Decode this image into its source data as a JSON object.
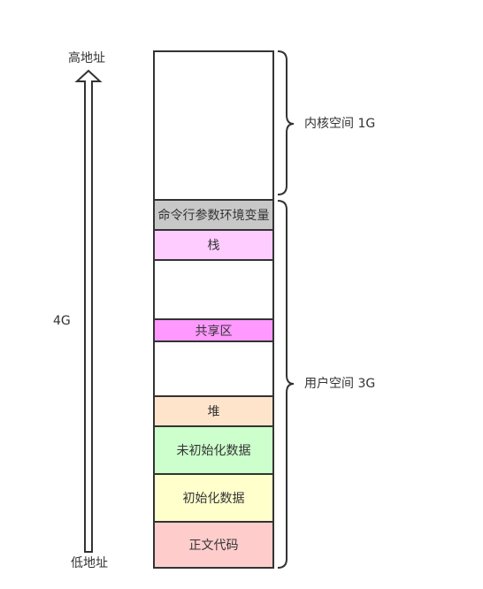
{
  "address_labels": {
    "high": "高地址",
    "low": "低地址",
    "total": "4G"
  },
  "segments": [
    {
      "label": "",
      "color": "#ffffff"
    },
    {
      "label": "命令行参数环境变量",
      "color": "#c8c8c8"
    },
    {
      "label": "栈",
      "color": "#ffccff"
    },
    {
      "label": "",
      "color": "#ffffff"
    },
    {
      "label": "共享区",
      "color": "#ff99ff"
    },
    {
      "label": "",
      "color": "#ffffff"
    },
    {
      "label": "堆",
      "color": "#ffe4cc"
    },
    {
      "label": "未初始化数据",
      "color": "#ccffcc"
    },
    {
      "label": "初始化数据",
      "color": "#ffffcc"
    },
    {
      "label": "正文代码",
      "color": "#ffcccc"
    }
  ],
  "regions": {
    "kernel": "内核空间 1G",
    "user": "用户空间 3G"
  },
  "colors": {
    "arrow_fill": "#6666ff",
    "line": "#333333"
  }
}
